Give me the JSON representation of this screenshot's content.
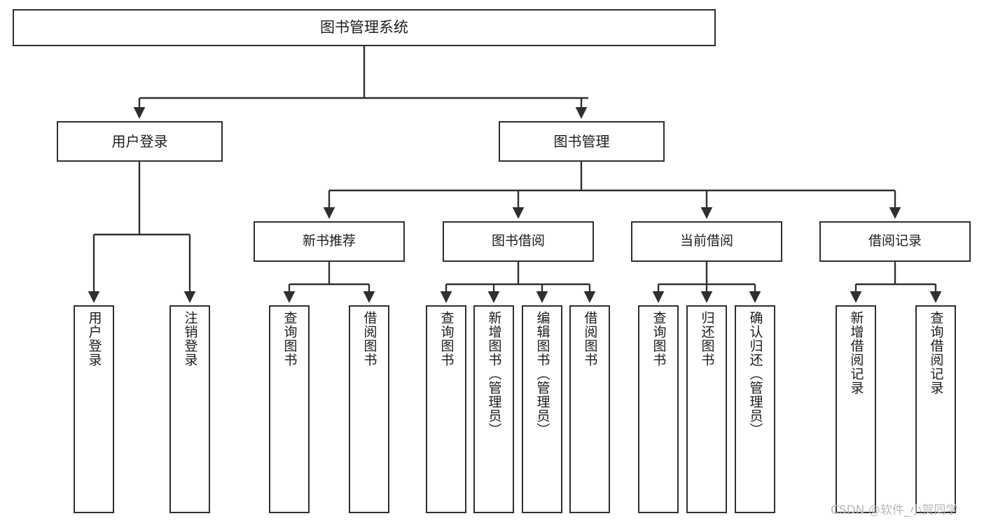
{
  "diagram": {
    "title": "图书管理系统",
    "type": "tree",
    "watermark": "CSDN @软件_小贺同学",
    "colors": {
      "box_border": "#2f2f2f",
      "box_fill": "#ffffff",
      "connector": "#2f2f2f",
      "text": "#1c1c1c",
      "watermark": "#b9b9b9",
      "background": "#ffffff"
    },
    "nodes": {
      "root": {
        "label": "图书管理系统"
      },
      "level1": [
        {
          "label": "用户登录"
        },
        {
          "label": "图书管理"
        }
      ],
      "level2": [
        {
          "label": "新书推荐"
        },
        {
          "label": "图书借阅"
        },
        {
          "label": "当前借阅"
        },
        {
          "label": "借阅记录"
        }
      ],
      "leaves": {
        "user_login": [
          {
            "label": "用户登录"
          },
          {
            "label": "注销登录"
          }
        ],
        "new_book_recommend": [
          {
            "label": "查询图书"
          },
          {
            "label": "借阅图书"
          }
        ],
        "book_borrow": [
          {
            "label": "查询图书"
          },
          {
            "label": "新增图书（管理员）"
          },
          {
            "label": "编辑图书（管理员）"
          },
          {
            "label": "借阅图书"
          }
        ],
        "current_borrow": [
          {
            "label": "查询图书"
          },
          {
            "label": "归还图书"
          },
          {
            "label": "确认归还（管理员）"
          }
        ],
        "borrow_record": [
          {
            "label": "新增借阅记录"
          },
          {
            "label": "查询借阅记录"
          }
        ]
      }
    }
  }
}
